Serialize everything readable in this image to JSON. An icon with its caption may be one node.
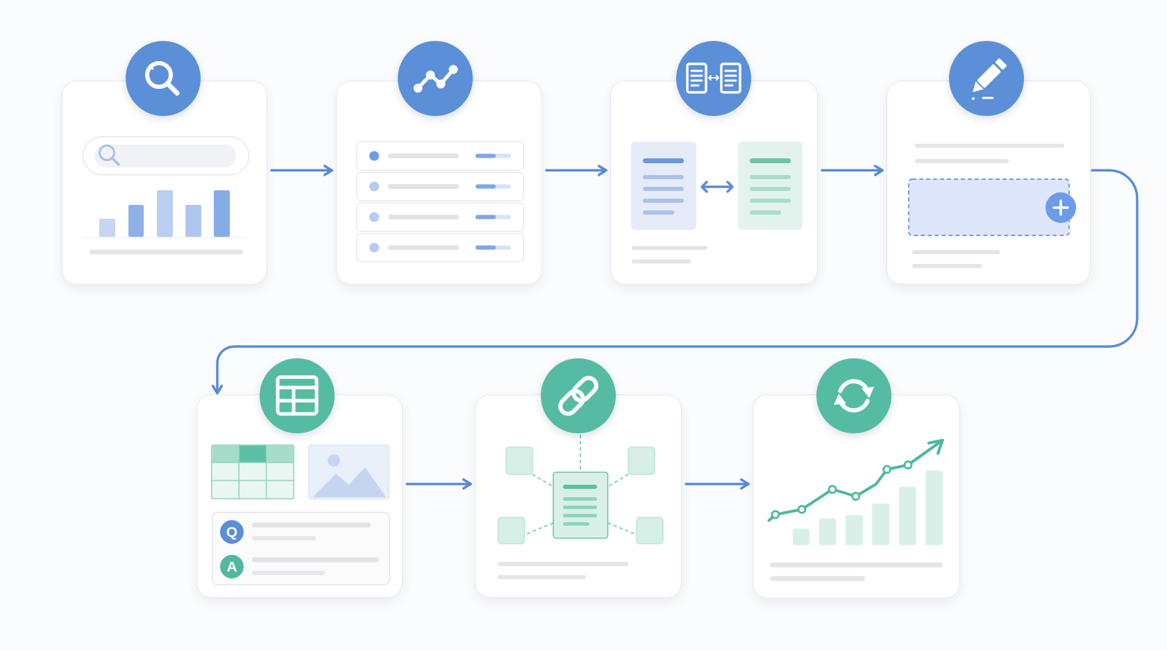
{
  "diagram": {
    "nodes": [
      {
        "text": [],
        "shape": "box"
      },
      {
        "text": [],
        "shape": "box"
      },
      {
        "text": [],
        "shape": "box"
      },
      {
        "text": [],
        "shape": "box"
      },
      {
        "text": [],
        "shape": "box"
      },
      {
        "text": [
          "Q"
        ],
        "in": 4
      },
      {
        "text": [
          "A"
        ],
        "in": 4
      },
      {
        "text": [],
        "shape": "box"
      },
      {
        "text": [],
        "shape": "box"
      }
    ],
    "edges": [
      {
        "from": 0,
        "to": 1,
        "arrow": "to"
      },
      {
        "from": 1,
        "to": 2,
        "arrow": "to"
      },
      {
        "from": 2,
        "to": 3,
        "arrow": "to"
      },
      {
        "from": 3,
        "to": 4,
        "arrow": "to"
      },
      {
        "from": 4,
        "to": 7,
        "arrow": "to"
      },
      {
        "from": 7,
        "to": 8,
        "arrow": "to"
      }
    ]
  }
}
